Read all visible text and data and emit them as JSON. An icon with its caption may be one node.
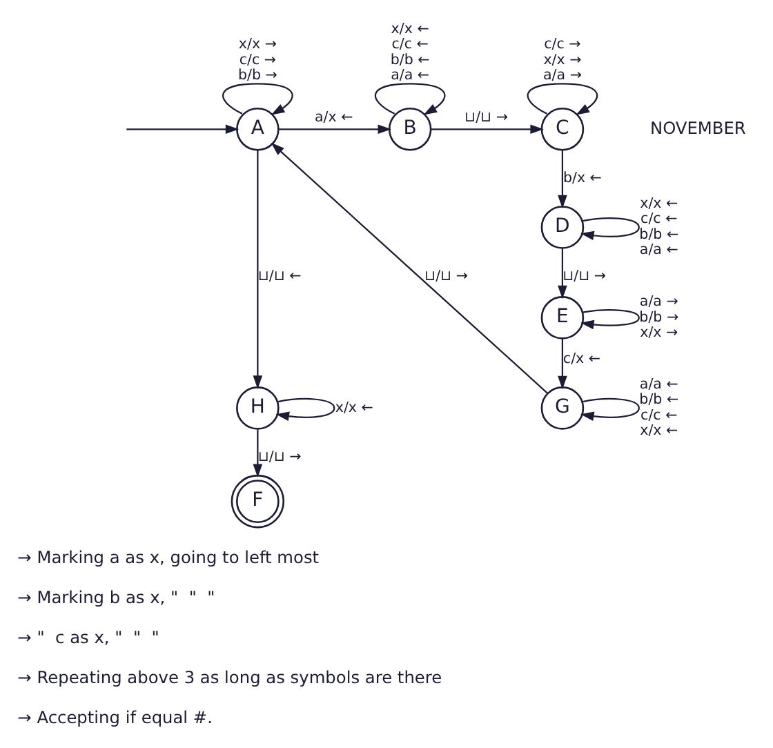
{
  "diagram": {
    "nodes": [
      {
        "text": [
          "A"
        ]
      },
      {
        "text": [
          "B"
        ]
      },
      {
        "text": [
          "C"
        ]
      },
      {
        "text": [
          "D"
        ]
      },
      {
        "text": [
          "E"
        ]
      },
      {
        "text": [
          "H"
        ]
      },
      {
        "text": [
          "G"
        ]
      },
      {
        "text": [
          "F"
        ]
      }
    ],
    "edges": [
      {
        "from": null,
        "to": 0,
        "arrow": "to"
      },
      {
        "from": 0,
        "to": 0,
        "arrow": "to",
        "label": "x/x → c/c → b/b →"
      },
      {
        "from": 0,
        "to": 1,
        "arrow": "to",
        "label": "a/x ←"
      },
      {
        "from": 1,
        "to": 1,
        "arrow": "to",
        "label": "x/x ← c/c ← b/b ← a/a ←"
      },
      {
        "from": 1,
        "to": 2,
        "arrow": "to",
        "label": "⊔/⊔ →"
      },
      {
        "from": 2,
        "to": 2,
        "arrow": "to",
        "label": "c/c → x/x → a/a →"
      },
      {
        "from": 2,
        "to": 3,
        "arrow": "to",
        "label": "b/x ←"
      },
      {
        "from": 3,
        "to": 3,
        "arrow": "to",
        "label": "x/x ← c/c ← b/b ← a/a ←"
      },
      {
        "from": 3,
        "to": 4,
        "arrow": "to",
        "label": "⊔/⊔ →"
      },
      {
        "from": 4,
        "to": 4,
        "arrow": "to",
        "label": "a/a → b/b → x/x →"
      },
      {
        "from": 4,
        "to": 6,
        "arrow": "to",
        "label": "c/x ←"
      },
      {
        "from": 6,
        "to": 6,
        "arrow": "to",
        "label": "a/a ← b/b ← c/c ← x/x ←"
      },
      {
        "from": 6,
        "to": 0,
        "arrow": "to",
        "label": "⊔/⊔ →"
      },
      {
        "from": 0,
        "to": 5,
        "arrow": "to",
        "label": "⊔/⊔ ←"
      },
      {
        "from": 5,
        "to": 5,
        "arrow": "to",
        "label": "x/x ←"
      },
      {
        "from": 5,
        "to": 7,
        "arrow": "to",
        "label": "⊔/⊔ →"
      }
    ],
    "labels": [
      "NOVEMBER",
      "→ Marking a as x, going to left most",
      "→ Marking b as x, \"  \"  \"",
      "→ \"  c as x, \"  \"  \"",
      "→ Repeating above 3 as long as symbols are there",
      "→ Accepting if equal #."
    ]
  }
}
